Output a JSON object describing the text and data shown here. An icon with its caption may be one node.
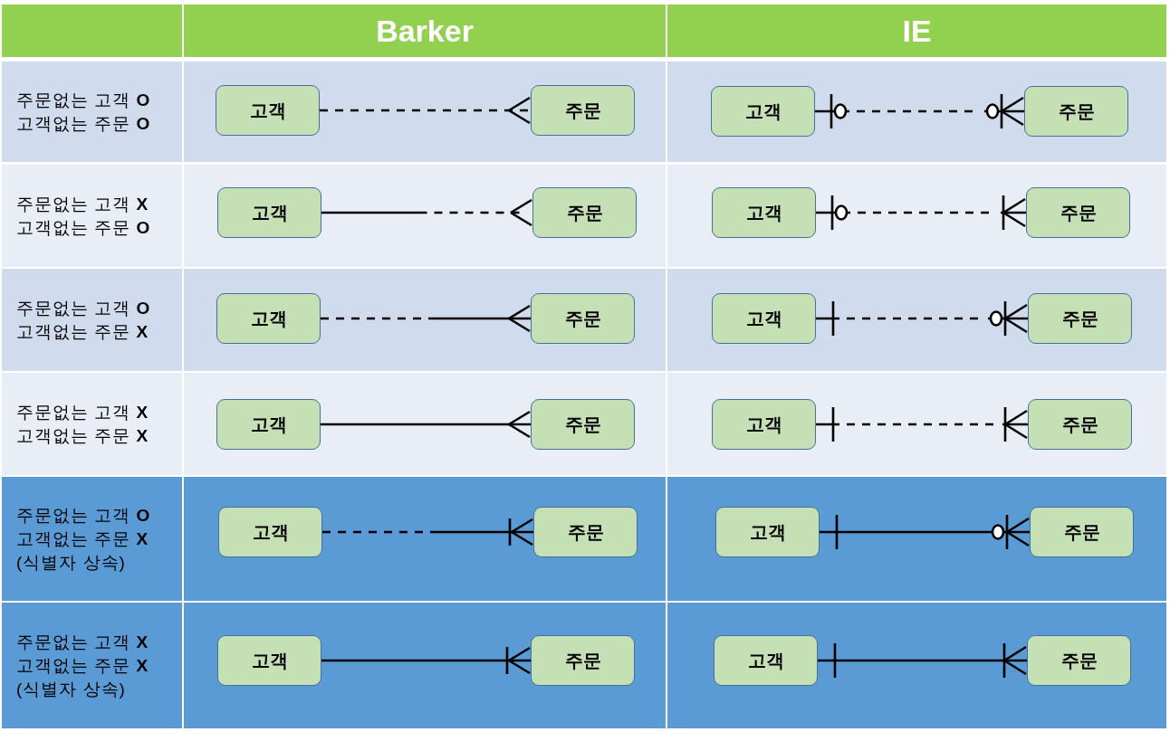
{
  "diagram": {
    "nodes": [
      {
        "text": [
          "고객"
        ]
      },
      {
        "text": [
          "주문"
        ]
      },
      {
        "text": [
          "고객"
        ]
      },
      {
        "text": [
          "주문"
        ]
      },
      {
        "text": [
          "고객"
        ]
      },
      {
        "text": [
          "주문"
        ]
      },
      {
        "text": [
          "고객"
        ]
      },
      {
        "text": [
          "주문"
        ]
      },
      {
        "text": [
          "고객"
        ]
      },
      {
        "text": [
          "주문"
        ]
      },
      {
        "text": [
          "고객"
        ]
      },
      {
        "text": [
          "주문"
        ]
      },
      {
        "text": [
          "고객"
        ]
      },
      {
        "text": [
          "주문"
        ]
      },
      {
        "text": [
          "고객"
        ]
      },
      {
        "text": [
          "주문"
        ]
      },
      {
        "text": [
          "고객"
        ]
      },
      {
        "text": [
          "주문"
        ]
      },
      {
        "text": [
          "고객"
        ]
      },
      {
        "text": [
          "주문"
        ]
      },
      {
        "text": [
          "고객"
        ]
      },
      {
        "text": [
          "주문"
        ]
      },
      {
        "text": [
          "고객"
        ]
      },
      {
        "text": [
          "주문"
        ]
      }
    ],
    "edges": [
      {
        "from": 0,
        "to": 1,
        "arrow": "other",
        "style": "dashed"
      },
      {
        "from": 2,
        "to": 3,
        "arrow": "other",
        "style": "dashed"
      },
      {
        "from": 4,
        "to": 5,
        "arrow": "other",
        "style": "dashed"
      },
      {
        "from": 6,
        "to": 7,
        "arrow": "other",
        "style": "dashed"
      },
      {
        "from": 8,
        "to": 9,
        "arrow": "other",
        "style": "dashed"
      },
      {
        "from": 10,
        "to": 11,
        "arrow": "other",
        "style": "dashed"
      },
      {
        "from": 12,
        "to": 13,
        "arrow": "other"
      },
      {
        "from": 14,
        "to": 15,
        "arrow": "other",
        "style": "dashed"
      },
      {
        "from": 16,
        "to": 17,
        "arrow": "other",
        "style": "dashed"
      },
      {
        "from": 18,
        "to": 19,
        "arrow": "other"
      },
      {
        "from": 20,
        "to": 21,
        "arrow": "other"
      },
      {
        "from": 22,
        "to": 23,
        "arrow": "other"
      }
    ],
    "labels": [
      "Barker",
      "IE",
      "주문없는 고객 **O**",
      "고객없는 주문 **O**",
      "주문없는 고객 **X**",
      "고객없는 주문 **O**",
      "주문없는 고객 **O**",
      "고객없는 주문 **X**",
      "주문없는 고객 **X**",
      "고객없는 주문 **X**",
      "주문없는 고객 **O**",
      "고객없는 주문 **X**",
      "(식별자 상속)",
      "주문없는 고객 **X**",
      "고객없는 주문 **X**",
      "(식별자 상속)"
    ]
  }
}
